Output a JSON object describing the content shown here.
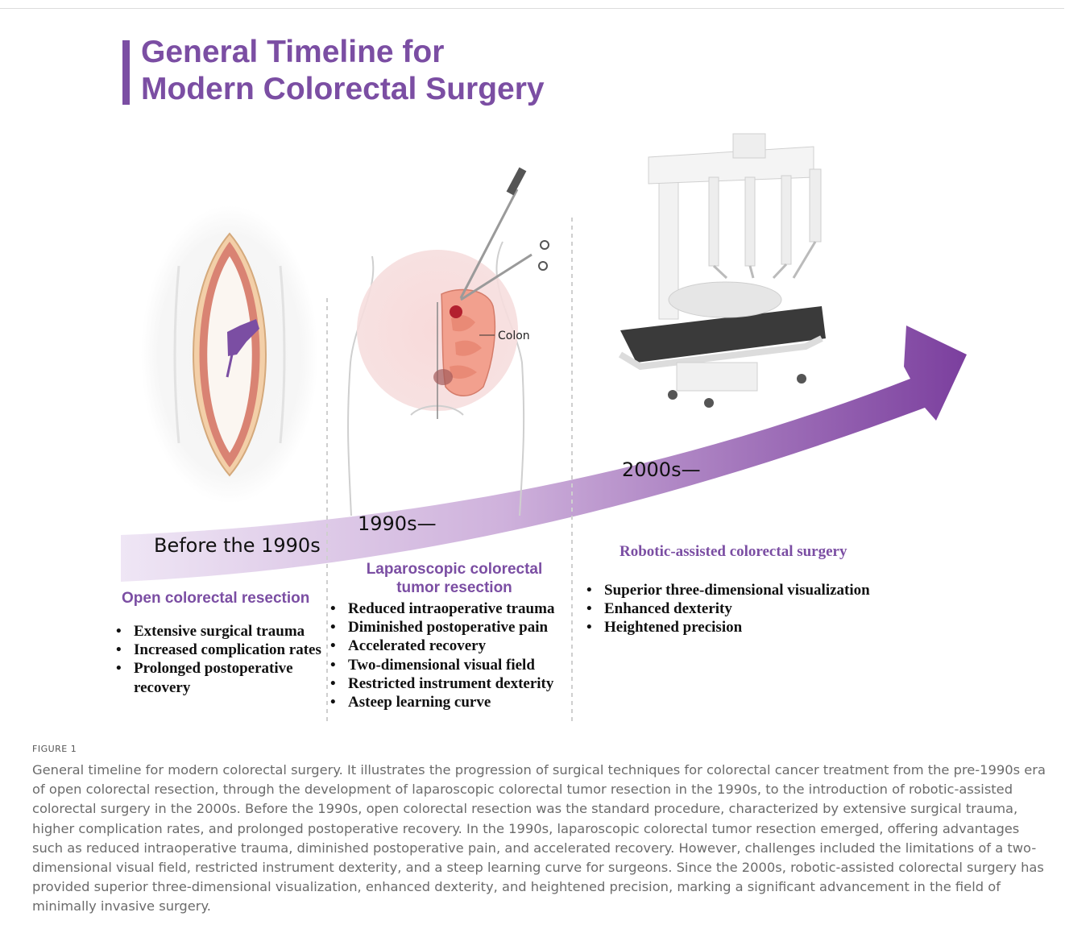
{
  "title": {
    "line1": "General Timeline for",
    "line2": "Modern Colorectal Surgery"
  },
  "eras": [
    {
      "label": "Before the 1990s"
    },
    {
      "label": "1990s—"
    },
    {
      "label": "2000s—"
    }
  ],
  "sections": [
    {
      "heading": "Open colorectal resection",
      "bullets": [
        "Extensive surgical trauma",
        "Increased complication rates",
        "Prolonged postoperative recovery"
      ]
    },
    {
      "heading_line1": "Laparoscopic colorectal",
      "heading_line2": "tumor resection",
      "bullets": [
        "Reduced intraoperative trauma",
        "Diminished postoperative pain",
        "Accelerated recovery",
        "Two-dimensional visual field",
        "Restricted instrument dexterity",
        "Asteep learning curve"
      ]
    },
    {
      "heading": "Robotic-assisted colorectal surgery",
      "bullets": [
        "Superior three-dimensional visualization",
        "Enhanced dexterity",
        "Heightened precision"
      ]
    }
  ],
  "illustration_labels": {
    "colon": "Colon"
  },
  "caption": {
    "label": "FIGURE 1",
    "text": "General timeline for modern colorectal surgery. It illustrates the progression of surgical techniques for colorectal cancer treatment from the pre-1990s era of open colorectal resection, through the development of laparoscopic colorectal tumor resection in the 1990s, to the introduction of robotic-assisted colorectal surgery in the 2000s. Before the 1990s, open colorectal resection was the standard procedure, characterized by extensive surgical trauma, higher complication rates, and prolonged postoperative recovery. In the 1990s, laparoscopic colorectal tumor resection emerged, offering advantages such as reduced intraoperative trauma, diminished postoperative pain, and accelerated recovery. However, challenges included the limitations of a two-dimensional visual field, restricted instrument dexterity, and a steep learning curve for surgeons. Since the 2000s, robotic-assisted colorectal surgery has provided superior three-dimensional visualization, enhanced dexterity, and heightened precision, marking a significant advancement in the field of minimally invasive surgery."
  },
  "colors": {
    "accent": "#7b4ea3",
    "arrow_start": "#efe6f5",
    "arrow_end": "#7b3f9e"
  },
  "icons": [
    "open-incision-icon",
    "scalpel-hand-icon",
    "laparoscopic-torso-icon",
    "laparoscope-instrument-icon",
    "colon-icon",
    "surgical-robot-icon",
    "timeline-arrow-icon"
  ]
}
